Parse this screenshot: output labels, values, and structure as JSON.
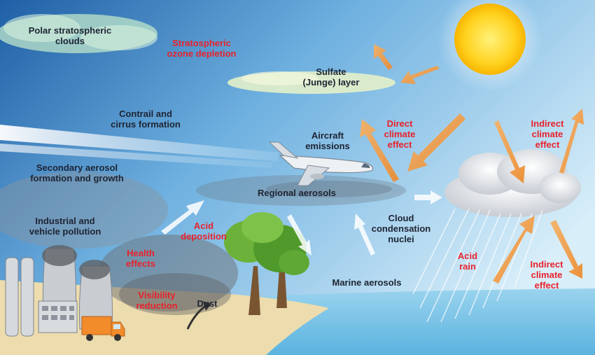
{
  "labels": {
    "polar_clouds": "Polar stratospheric\nclouds",
    "ozone_depletion": "Stratospheric\nozone depletion",
    "sulfate_layer": "Sulfate\n(Junge) layer",
    "contrail": "Contrail and\ncirrus formation",
    "aircraft_emissions": "Aircraft\nemissions",
    "direct_effect": "Direct\nclimate\neffect",
    "indirect_effect_top": "Indirect\nclimate\neffect",
    "secondary_aerosol": "Secondary aerosol\nformation and growth",
    "regional_aerosols": "Regional aerosols",
    "industrial_pollution": "Industrial and\nvehicle pollution",
    "acid_deposition": "Acid\ndeposition",
    "ccn": "Cloud\ncondensation\nnuclei",
    "health_effects": "Health\neffects",
    "acid_rain": "Acid\nrain",
    "indirect_effect_bottom": "Indirect\nclimate\neffect",
    "visibility_reduction": "Visibility\nreduction",
    "dust": "Dust",
    "marine_aerosols": "Marine aerosols"
  },
  "colors": {
    "sky_top": "#1f5fa6",
    "sky_bottom": "#d8eef9",
    "label_dark": "#1e2433",
    "label_red": "#e8222c",
    "arrow_orange": "#f39a3c",
    "sun": "#ffd21f",
    "sea": "#7fc6e6",
    "sand": "#ecdcae"
  }
}
